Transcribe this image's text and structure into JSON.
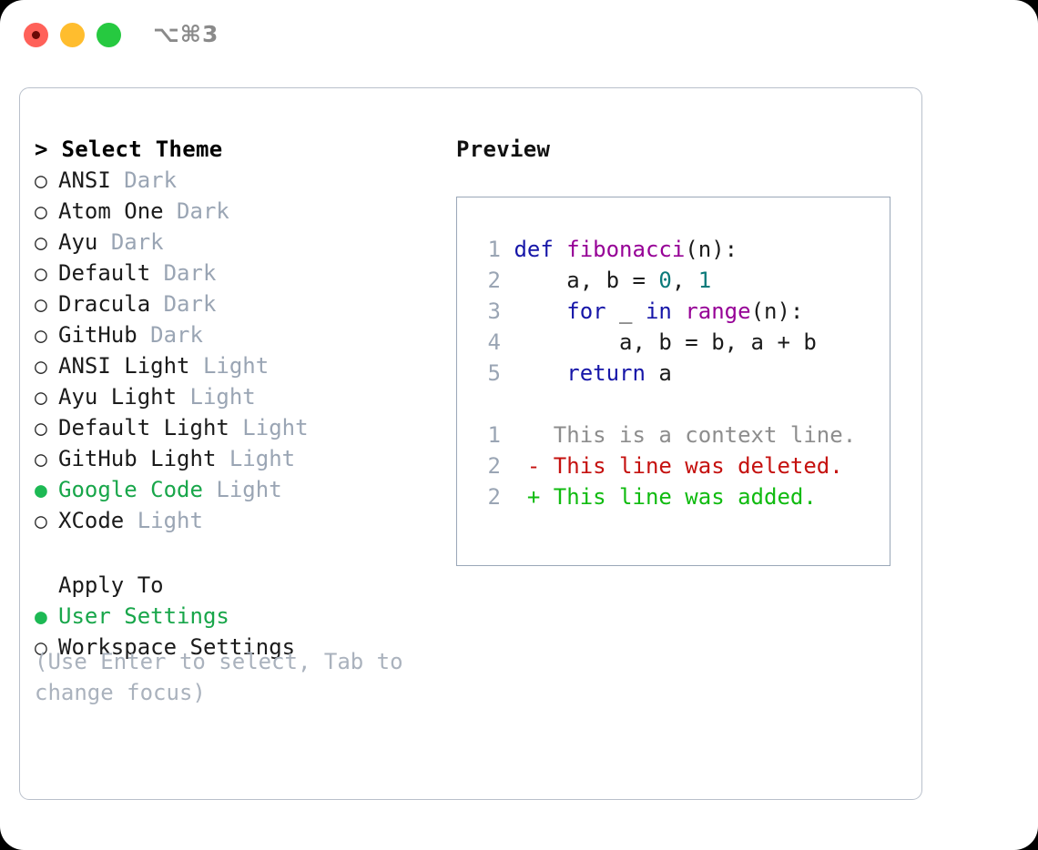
{
  "titlebar": {
    "shortcut": "⌥⌘3",
    "buttons": {
      "close": "close-button",
      "minimize": "minimize-button",
      "maximize": "maximize-button"
    },
    "colors": {
      "close": "#ff6159",
      "minimize": "#ffbd2e",
      "maximize": "#26c940"
    }
  },
  "theme_picker": {
    "header": "> Select Theme",
    "marker_selected": "●",
    "marker_unselected": "○",
    "accent_color": "#18a64a",
    "variant_color": "#9aa5b4",
    "items": [
      {
        "marker": "○",
        "name": "ANSI",
        "variant": "Dark",
        "selected": false
      },
      {
        "marker": "○",
        "name": "Atom One",
        "variant": "Dark",
        "selected": false
      },
      {
        "marker": "○",
        "name": "Ayu",
        "variant": "Dark",
        "selected": false
      },
      {
        "marker": "○",
        "name": "Default",
        "variant": "Dark",
        "selected": false
      },
      {
        "marker": "○",
        "name": "Dracula",
        "variant": "Dark",
        "selected": false
      },
      {
        "marker": "○",
        "name": "GitHub",
        "variant": "Dark",
        "selected": false
      },
      {
        "marker": "○",
        "name": "ANSI Light",
        "variant": "Light",
        "selected": false
      },
      {
        "marker": "○",
        "name": "Ayu Light",
        "variant": "Light",
        "selected": false
      },
      {
        "marker": "○",
        "name": "Default Light",
        "variant": "Light",
        "selected": false
      },
      {
        "marker": "○",
        "name": "GitHub Light",
        "variant": "Light",
        "selected": false
      },
      {
        "marker": "●",
        "name": "Google Code",
        "variant": "Light",
        "selected": true
      },
      {
        "marker": "○",
        "name": "XCode",
        "variant": "Light",
        "selected": false
      }
    ]
  },
  "apply_to": {
    "title": "Apply To",
    "options": [
      {
        "marker": "●",
        "label": "User Settings",
        "selected": true
      },
      {
        "marker": "○",
        "label": "Workspace Settings",
        "selected": false
      }
    ]
  },
  "hint": "(Use Enter to select, Tab to change focus)",
  "preview": {
    "title": "Preview",
    "code_lines": [
      {
        "num": "1",
        "tokens": [
          {
            "t": "def ",
            "c": "kw"
          },
          {
            "t": "fibonacci",
            "c": "fn"
          },
          {
            "t": "(n):",
            "c": "pl"
          }
        ]
      },
      {
        "num": "2",
        "tokens": [
          {
            "t": "    a, b = ",
            "c": "pl"
          },
          {
            "t": "0",
            "c": "num"
          },
          {
            "t": ", ",
            "c": "pl"
          },
          {
            "t": "1",
            "c": "num"
          }
        ]
      },
      {
        "num": "3",
        "tokens": [
          {
            "t": "    ",
            "c": "pl"
          },
          {
            "t": "for",
            "c": "kw"
          },
          {
            "t": " _ ",
            "c": "pl"
          },
          {
            "t": "in",
            "c": "kw"
          },
          {
            "t": " ",
            "c": "pl"
          },
          {
            "t": "range",
            "c": "fn"
          },
          {
            "t": "(n):",
            "c": "pl"
          }
        ]
      },
      {
        "num": "4",
        "tokens": [
          {
            "t": "        a, b = b, a + b",
            "c": "pl"
          }
        ]
      },
      {
        "num": "5",
        "tokens": [
          {
            "t": "    ",
            "c": "pl"
          },
          {
            "t": "return",
            "c": "kw"
          },
          {
            "t": " a",
            "c": "pl"
          }
        ]
      }
    ],
    "diff_lines": [
      {
        "num": "1",
        "sign": " ",
        "text": " This is a context line.",
        "kind": "ctx"
      },
      {
        "num": "2",
        "sign": "-",
        "text": " This line was deleted.",
        "kind": "del"
      },
      {
        "num": "2",
        "sign": "+",
        "text": " This line was added.",
        "kind": "add"
      }
    ],
    "colors": {
      "keyword": "#1616a8",
      "function": "#960096",
      "number": "#0a7a7a",
      "plain": "#1b1b1b",
      "line_number": "#9aa5b4",
      "context": "#8d8d8d",
      "deleted": "#c5110f",
      "added": "#10bb10",
      "border": "#9aa7b8"
    }
  }
}
